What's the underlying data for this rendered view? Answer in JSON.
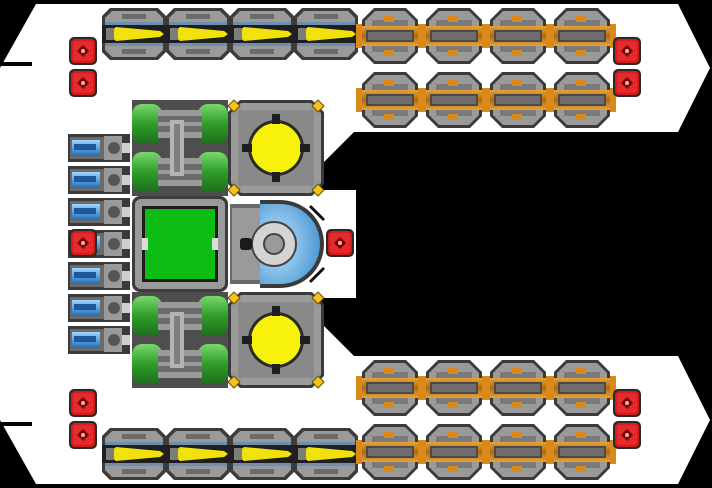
{
  "colors": {
    "background": "#000000",
    "hull": "#ffffff",
    "armor_gray": "#9a9a9a",
    "armor_dark": "#505050",
    "engine_blue": "#2f8fd8",
    "blaster_yellow": "#f2e20c",
    "cannon_orange": "#d98a1a",
    "tank_green": "#39a834",
    "screen_green": "#0dbd14",
    "reactor_yellow": "#f8f20a",
    "gyro_blue": "#6eb6e6",
    "node_red": "#d41a1a"
  },
  "icons": {
    "engine": "ion-engine-icon",
    "blaster": "laser-blaster-icon",
    "cannon": "autocannon-icon",
    "tank": "fuel-tank-icon",
    "reactor": "reactor-core-icon",
    "cockpit": "command-module-icon",
    "gyro": "gyroscope-icon",
    "node": "connector-node-icon"
  },
  "parts": {
    "engines": 7,
    "blasters": 8,
    "cannons": 16,
    "fuel_tanks": 2,
    "reactors": 2,
    "cockpits": 1,
    "gyroscopes": 1,
    "connector_nodes": 10
  }
}
